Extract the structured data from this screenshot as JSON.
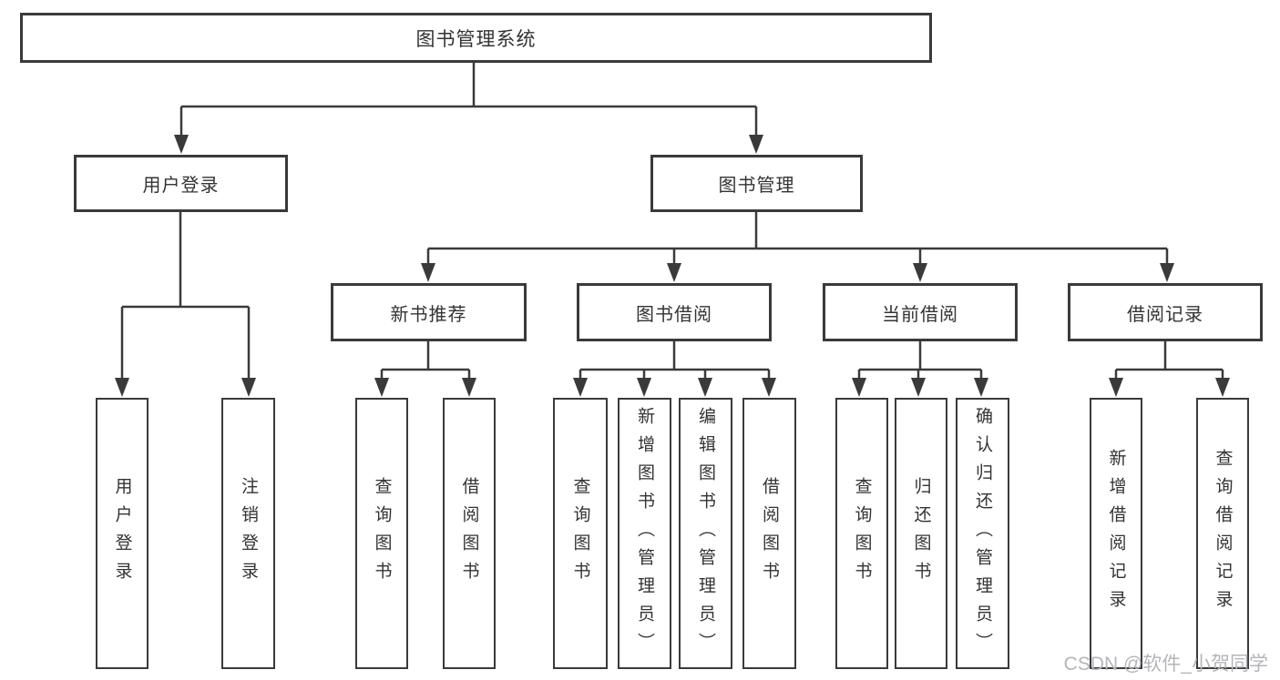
{
  "diagram": {
    "tree": {
      "label": "图书管理系统",
      "children": [
        {
          "label": "用户登录",
          "children": [
            {
              "label": "用户登录"
            },
            {
              "label": "注销登录"
            }
          ]
        },
        {
          "label": "图书管理",
          "children": [
            {
              "label": "新书推荐",
              "children": [
                {
                  "label": "查询图书"
                },
                {
                  "label": "借阅图书"
                }
              ]
            },
            {
              "label": "图书借阅",
              "children": [
                {
                  "label": "查询图书"
                },
                {
                  "label": "新增图书（管理员）"
                },
                {
                  "label": "编辑图书（管理员）"
                },
                {
                  "label": "借阅图书"
                }
              ]
            },
            {
              "label": "当前借阅",
              "children": [
                {
                  "label": "查询图书"
                },
                {
                  "label": "归还图书"
                },
                {
                  "label": "确认归还（管理员）"
                }
              ]
            },
            {
              "label": "借阅记录",
              "children": [
                {
                  "label": "新增借阅记录"
                },
                {
                  "label": "查询借阅记录"
                }
              ]
            }
          ]
        }
      ]
    },
    "colors": {
      "line": "#3a3a3a",
      "box_border": "#3a3a3a",
      "text": "#333333",
      "background": "#ffffff",
      "watermark_text": "#b5b5ba"
    }
  },
  "watermark": {
    "text": "CSDN @软件_小贺同学"
  }
}
